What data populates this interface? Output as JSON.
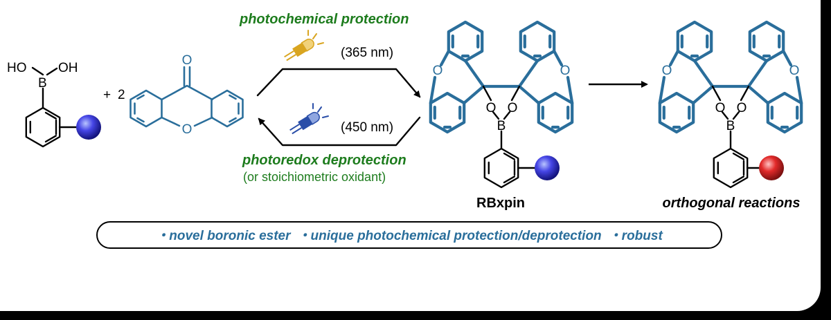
{
  "photochemical_label": "photochemical protection",
  "wavelength_forward": "(365 nm)",
  "wavelength_reverse": "(450 nm)",
  "photoredox_label": "photoredox deprotection",
  "oxidant_label": "(or stoichiometric oxidant)",
  "coefficient_plus": "+",
  "coefficient_two": "2",
  "product_label": "RBxpin",
  "reactions_label": "orthogonal reactions",
  "features": [
    "novel boronic ester",
    "unique photochemical protection/deprotection",
    "robust"
  ],
  "atoms": {
    "oxygen": "O",
    "boron": "B",
    "hydroxyl_left": "HO",
    "hydroxyl_right": "OH"
  },
  "colors": {
    "green_text": "#1d7c1d",
    "structure_blue": "#2a6e9b",
    "feature_text": "#2a6e9b",
    "sphere_blue": "#3a3adc",
    "sphere_red": "#e02a2a",
    "led_yellow": "#d9a520",
    "led_blue": "#2a4ea8"
  },
  "icons": [
    "led-uv-icon",
    "led-blue-icon"
  ]
}
